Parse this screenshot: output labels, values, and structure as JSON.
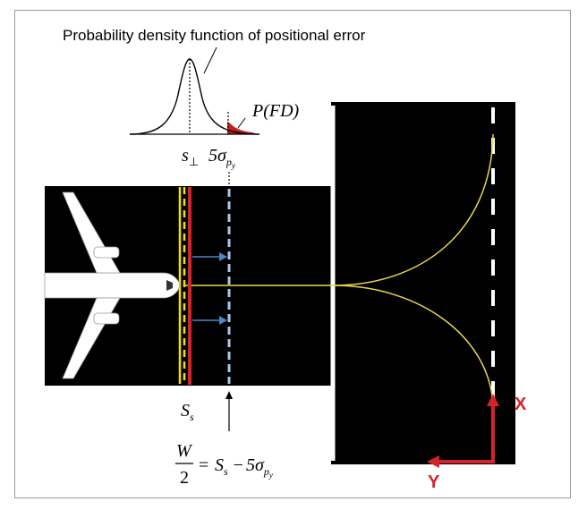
{
  "pdf_title": "Probability density function of positional error",
  "pfd_label": "P(FD)",
  "s_perp_label": {
    "main": "s",
    "sub": "⊥"
  },
  "five_sigma_label": {
    "main": "5σ",
    "sub": "p",
    "subsub": "y"
  },
  "ss_label": {
    "main": "S",
    "sub": "s"
  },
  "formula": {
    "num": "W",
    "den": "2",
    "eq": "=",
    "s": "S",
    "s_sub": "s",
    "minus": "−",
    "five_sigma": "5σ",
    "p": "p",
    "y": "y"
  },
  "axis_x_label": "X",
  "axis_y_label": "Y",
  "colors": {
    "tarmac": "#000000",
    "stop_bar": "#d4242a",
    "hold_lines": "#f5e000",
    "centerline": "#e8d84a",
    "safety_line": "#a9c8ea",
    "arrows": "#4a86c8",
    "axis": "#d4242a",
    "tail_fill": "#c0201f"
  }
}
